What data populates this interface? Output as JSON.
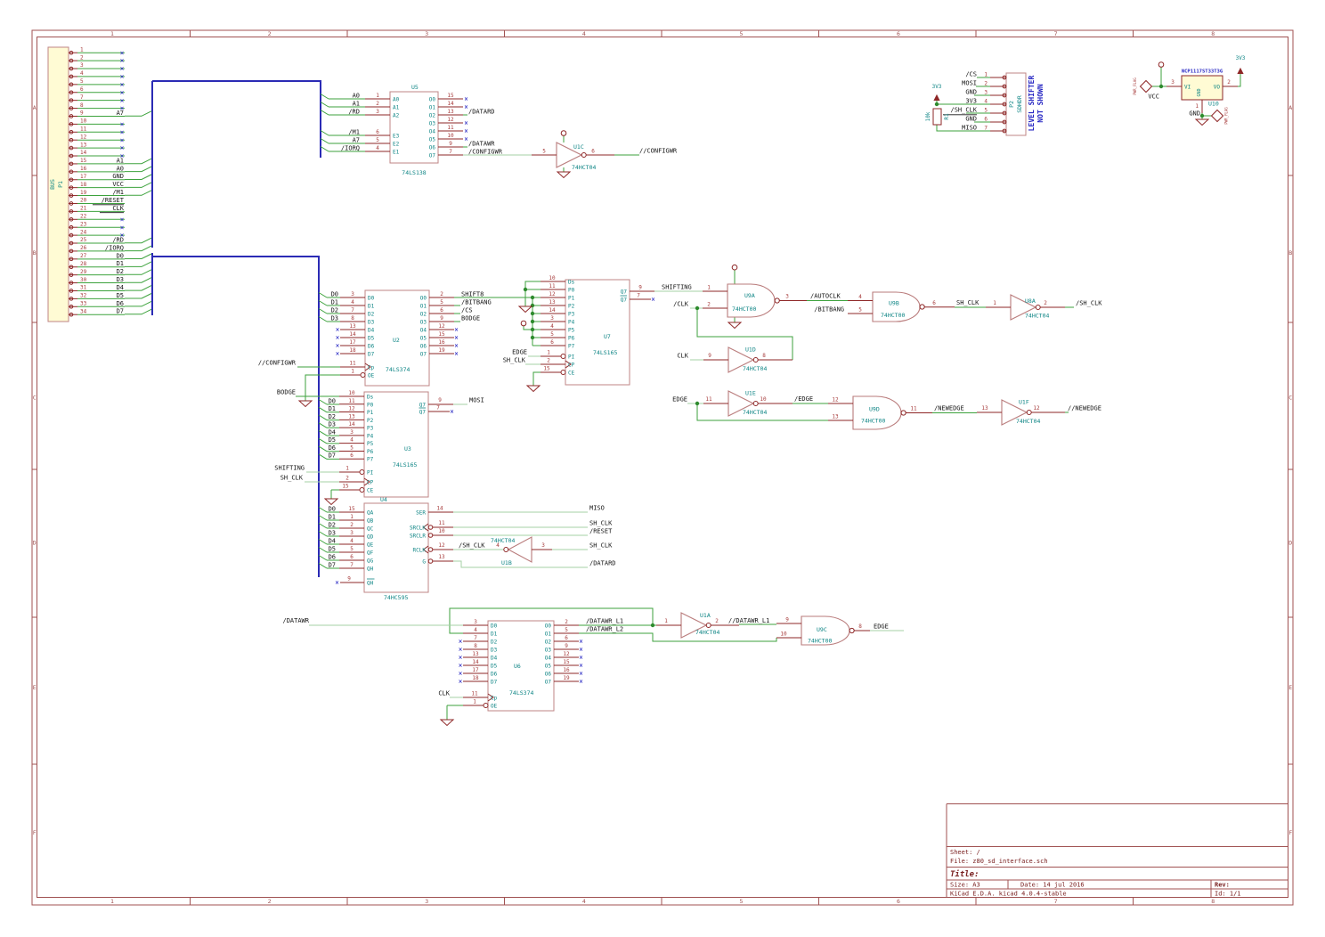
{
  "sheet": {
    "cols": [
      "1",
      "2",
      "3",
      "4",
      "5",
      "6",
      "7",
      "8"
    ],
    "rows": [
      "A",
      "B",
      "C",
      "D",
      "E",
      "F"
    ]
  },
  "tb": {
    "sheet": "Sheet: /",
    "file": "File: z80_sd_interface.sch",
    "title": "Title:",
    "size": "Size: A3",
    "date": "Date: 14 jul 2016",
    "rev": "Rev:",
    "app": "KiCad E.D.A.  kicad 4.0.4-stable",
    "id": "Id: 1/1"
  },
  "p1": {
    "ref": "P1",
    "name": "BUS",
    "pins": [
      {
        "n": "1",
        "nc": "×"
      },
      {
        "n": "2",
        "nc": "×"
      },
      {
        "n": "3",
        "nc": "×"
      },
      {
        "n": "4",
        "nc": "×"
      },
      {
        "n": "5",
        "nc": "×"
      },
      {
        "n": "6",
        "nc": "×"
      },
      {
        "n": "7",
        "nc": "×"
      },
      {
        "n": "8",
        "nc": "×"
      },
      {
        "n": "9",
        "lb": "A7"
      },
      {
        "n": "10",
        "nc": "×"
      },
      {
        "n": "11",
        "nc": "×"
      },
      {
        "n": "12",
        "nc": "×"
      },
      {
        "n": "13",
        "nc": "×"
      },
      {
        "n": "14",
        "nc": "×"
      },
      {
        "n": "15",
        "lb": "A1"
      },
      {
        "n": "16",
        "lb": "A0"
      },
      {
        "n": "17",
        "lb": "GND"
      },
      {
        "n": "18",
        "lb": "VCC"
      },
      {
        "n": "19",
        "lb": "/M1"
      },
      {
        "n": "20",
        "lb": "/RESET"
      },
      {
        "n": "21",
        "lb": "CLK"
      },
      {
        "n": "22",
        "nc": "×"
      },
      {
        "n": "23",
        "nc": "×"
      },
      {
        "n": "24",
        "nc": "×"
      },
      {
        "n": "25",
        "lb": "/RD"
      },
      {
        "n": "26",
        "lb": "/IORQ"
      },
      {
        "n": "27",
        "lb": "D0"
      },
      {
        "n": "28",
        "lb": "D1"
      },
      {
        "n": "29",
        "lb": "D2"
      },
      {
        "n": "30",
        "lb": "D3"
      },
      {
        "n": "31",
        "lb": "D4"
      },
      {
        "n": "32",
        "lb": "D5"
      },
      {
        "n": "33",
        "lb": "D6"
      },
      {
        "n": "34",
        "lb": "D7"
      }
    ]
  },
  "u5": {
    "ref": "U5",
    "val": "74LS138",
    "ina": [
      {
        "n": "1",
        "nm": "A0",
        "lb": "A0"
      },
      {
        "n": "2",
        "nm": "A1",
        "lb": "A1"
      },
      {
        "n": "3",
        "nm": "A2",
        "lb": "/RD"
      }
    ],
    "ine": [
      {
        "n": "6",
        "nm": "E3",
        "lb": "/M1"
      },
      {
        "n": "5",
        "nm": "E2",
        "lb": "A7"
      },
      {
        "n": "4",
        "nm": "E1",
        "lb": "/IORQ"
      }
    ],
    "out": [
      {
        "n": "15",
        "nm": "O0",
        "nc": "×"
      },
      {
        "n": "14",
        "nm": "O1",
        "nc": "×"
      },
      {
        "n": "13",
        "nm": "O2",
        "lb": "/DATARD"
      },
      {
        "n": "12",
        "nm": "O3",
        "nc": "×"
      },
      {
        "n": "11",
        "nm": "O4",
        "nc": "×"
      },
      {
        "n": "10",
        "nm": "O5",
        "nc": "×"
      },
      {
        "n": "9",
        "nm": "O6",
        "lb": "/DATAWR"
      },
      {
        "n": "7",
        "nm": "O7",
        "lb": "/CONFIGWR"
      }
    ]
  },
  "u1c": {
    "ref": "U1C",
    "val": "74HCT04",
    "pi": "5",
    "po": "6",
    "out_lb": "//CONFIGWR"
  },
  "u2": {
    "ref": "U2",
    "val": "74LS374",
    "left": [
      {
        "n": "3",
        "nm": "D0",
        "lb": "D0"
      },
      {
        "n": "4",
        "nm": "D1",
        "lb": "D1"
      },
      {
        "n": "7",
        "nm": "D2",
        "lb": "D2"
      },
      {
        "n": "8",
        "nm": "D3",
        "lb": "D3"
      },
      {
        "n": "13",
        "nm": "D4",
        "nc": "×"
      },
      {
        "n": "14",
        "nm": "D5",
        "nc": "×"
      },
      {
        "n": "17",
        "nm": "D6",
        "nc": "×"
      },
      {
        "n": "18",
        "nm": "D7",
        "nc": "×"
      }
    ],
    "right": [
      {
        "n": "2",
        "nm": "O0",
        "lb": "SHIFT8"
      },
      {
        "n": "5",
        "nm": "O1",
        "lb": "/BITBANG"
      },
      {
        "n": "6",
        "nm": "O2",
        "lb": "/CS"
      },
      {
        "n": "9",
        "nm": "O3",
        "lb": "BODGE"
      },
      {
        "n": "12",
        "nm": "O4",
        "nc": "×"
      },
      {
        "n": "15",
        "nm": "O5",
        "nc": "×"
      },
      {
        "n": "16",
        "nm": "O6",
        "nc": "×"
      },
      {
        "n": "19",
        "nm": "O7",
        "nc": "×"
      }
    ],
    "cp": {
      "n": "11",
      "nm": "Cp",
      "lb": "//CONFIGWR"
    },
    "oe": {
      "n": "1",
      "nm": "OE"
    }
  },
  "u7": {
    "ref": "U7",
    "val": "74LS165",
    "left": [
      {
        "n": "10",
        "nm": "Ds"
      },
      {
        "n": "11",
        "nm": "P0"
      },
      {
        "n": "12",
        "nm": "P1"
      },
      {
        "n": "13",
        "nm": "P2"
      },
      {
        "n": "14",
        "nm": "P3"
      },
      {
        "n": "3",
        "nm": "P4"
      },
      {
        "n": "4",
        "nm": "P5"
      },
      {
        "n": "5",
        "nm": "P6"
      },
      {
        "n": "6",
        "nm": "P7"
      }
    ],
    "pi": {
      "n": "1",
      "nm": "PI",
      "lb": "EDGE"
    },
    "cp": {
      "n": "2",
      "nm": "CP",
      "lb": "SH_CLK"
    },
    "ce": {
      "n": "15",
      "nm": "CE"
    },
    "q7": {
      "n": "9",
      "nm": "Q7",
      "lb": "SHIFTING"
    },
    "q7b": {
      "n": "7",
      "nm": "Q7",
      "nc": "×"
    }
  },
  "u3": {
    "ref": "U3",
    "val": "74LS165",
    "ds_lb": "BODGE",
    "left": [
      {
        "n": "10",
        "nm": "Ds"
      },
      {
        "n": "11",
        "nm": "P0",
        "lb": "D0"
      },
      {
        "n": "12",
        "nm": "P1",
        "lb": "D1"
      },
      {
        "n": "13",
        "nm": "P2",
        "lb": "D2"
      },
      {
        "n": "14",
        "nm": "P3",
        "lb": "D3"
      },
      {
        "n": "3",
        "nm": "P4",
        "lb": "D4"
      },
      {
        "n": "4",
        "nm": "P5",
        "lb": "D5"
      },
      {
        "n": "5",
        "nm": "P6",
        "lb": "D6"
      },
      {
        "n": "6",
        "nm": "P7",
        "lb": "D7"
      }
    ],
    "pi": {
      "n": "1",
      "nm": "PI",
      "lb": "SHIFTING"
    },
    "cp": {
      "n": "2",
      "nm": "CP",
      "lb": "SH_CLK"
    },
    "ce": {
      "n": "15",
      "nm": "CE"
    },
    "q7": {
      "n": "9",
      "nm": "Q7",
      "lb": "MOSI"
    },
    "q7b": {
      "n": "7",
      "nm": "Q7",
      "nc": "×"
    }
  },
  "u4": {
    "ref": "U4",
    "val": "74HC595",
    "left": [
      {
        "n": "15",
        "nm": "QA",
        "lb": "D0"
      },
      {
        "n": "1",
        "nm": "QB",
        "lb": "D1"
      },
      {
        "n": "2",
        "nm": "QC",
        "lb": "D2"
      },
      {
        "n": "3",
        "nm": "QD",
        "lb": "D3"
      },
      {
        "n": "4",
        "nm": "QE",
        "lb": "D4"
      },
      {
        "n": "5",
        "nm": "QF",
        "lb": "D5"
      },
      {
        "n": "6",
        "nm": "QG",
        "lb": "D6"
      },
      {
        "n": "7",
        "nm": "QH",
        "lb": "D7"
      }
    ],
    "qhb": {
      "n": "9",
      "nm": "QH",
      "nc": "×"
    },
    "ser": {
      "n": "14",
      "nm": "SER",
      "lb": "MISO"
    },
    "srclk": {
      "n": "11",
      "nm": "SRCLK",
      "lb": "SH_CLK"
    },
    "srclr": {
      "n": "10",
      "nm": "SRCLR",
      "lb": "/RESET"
    },
    "rclk": {
      "n": "12",
      "nm": "RCLK",
      "lb": "/SH_CLK"
    },
    "g": {
      "n": "13",
      "nm": "G",
      "lb": "/DATARD"
    }
  },
  "u1b": {
    "ref": "U1B",
    "val": "74HCT04",
    "po": "4",
    "pi": "3",
    "in_lb": "SH_CLK"
  },
  "u6": {
    "ref": "U6",
    "val": "74LS374",
    "d0_lb": "/DATAWR",
    "left": [
      {
        "n": "3",
        "nm": "D0"
      },
      {
        "n": "4",
        "nm": "D1"
      },
      {
        "n": "7",
        "nm": "D2",
        "nc": "×"
      },
      {
        "n": "8",
        "nm": "D3",
        "nc": "×"
      },
      {
        "n": "13",
        "nm": "D4",
        "nc": "×"
      },
      {
        "n": "14",
        "nm": "D5",
        "nc": "×"
      },
      {
        "n": "17",
        "nm": "D6",
        "nc": "×"
      },
      {
        "n": "18",
        "nm": "D7",
        "nc": "×"
      }
    ],
    "right": [
      {
        "n": "2",
        "nm": "O0",
        "lb": "/DATAWR_L1"
      },
      {
        "n": "5",
        "nm": "O1",
        "lb": "/DATAWR_L2"
      },
      {
        "n": "6",
        "nm": "O2",
        "nc": "×"
      },
      {
        "n": "9",
        "nm": "O3",
        "nc": "×"
      },
      {
        "n": "12",
        "nm": "O4",
        "nc": "×"
      },
      {
        "n": "15",
        "nm": "O5",
        "nc": "×"
      },
      {
        "n": "16",
        "nm": "O6",
        "nc": "×"
      },
      {
        "n": "19",
        "nm": "O7",
        "nc": "×"
      }
    ],
    "cp": {
      "n": "11",
      "nm": "Cp",
      "lb": "CLK"
    },
    "oe": {
      "n": "1",
      "nm": "OE"
    }
  },
  "u9a": {
    "ref": "U9A",
    "val": "74HCT00",
    "p1": "1",
    "p2": "2",
    "po": "3",
    "in2_lb": "/CLK",
    "out_lb": "/AUTOCLK"
  },
  "u9b": {
    "ref": "U9B",
    "val": "74HCT00",
    "p1": "4",
    "p2": "5",
    "po": "6",
    "in2_lb": "/BITBANG",
    "out_lb": "SH_CLK"
  },
  "u9c": {
    "ref": "U9C",
    "val": "74HCT00",
    "p1": "9",
    "p2": "10",
    "po": "8",
    "out_lb": "EDGE"
  },
  "u9d": {
    "ref": "U9D",
    "val": "74HCT00",
    "p1": "12",
    "p2": "13",
    "po": "11",
    "out_lb": "/NEWEDGE"
  },
  "u8a": {
    "ref": "U8A",
    "val": "74HCT04",
    "pi": "1",
    "po": "2",
    "out_lb": "/SH_CLK"
  },
  "u1a": {
    "ref": "U1A",
    "val": "74HCT04",
    "pi": "1",
    "po": "2",
    "out_lb": "//DATAWR_L1"
  },
  "u1d": {
    "ref": "U1D",
    "val": "74HCT04",
    "pi": "9",
    "po": "8",
    "in_lb": "CLK"
  },
  "u1e": {
    "ref": "U1E",
    "val": "74HCT04",
    "pi": "11",
    "po": "10",
    "in_lb": "EDGE",
    "out_lb": "/EDGE"
  },
  "u1f": {
    "ref": "U1F",
    "val": "74HCT04",
    "pi": "13",
    "po": "12",
    "out_lb": "//NEWEDGE"
  },
  "p2": {
    "ref": "P2",
    "val": "SDHDR",
    "note1": "LEVEL  SHIFTER",
    "note2": "NOT  SHOWN",
    "pins": [
      {
        "n": "1",
        "lb": "/CS"
      },
      {
        "n": "2",
        "lb": "MOSI"
      },
      {
        "n": "3",
        "lb": "GND"
      },
      {
        "n": "4",
        "lb": "3V3"
      },
      {
        "n": "5",
        "lb": "/SH_CLK"
      },
      {
        "n": "6",
        "lb": "GND"
      },
      {
        "n": "7",
        "lb": "MISO"
      }
    ]
  },
  "r1": {
    "ref": "R1",
    "val": "10k",
    "v33": "3V3"
  },
  "u10": {
    "ref": "U10",
    "val": "NCP1117ST33T3G",
    "vi": "VI",
    "vo": "VO",
    "gnd": "GND",
    "pin_vi": "3",
    "pin_vo": "2",
    "pin_gnd": "1",
    "lb_vcc": "VCC",
    "lb_gnd": "GND",
    "lb_3v3": "3V3",
    "pwr_flag": "PWR_FLAG"
  }
}
